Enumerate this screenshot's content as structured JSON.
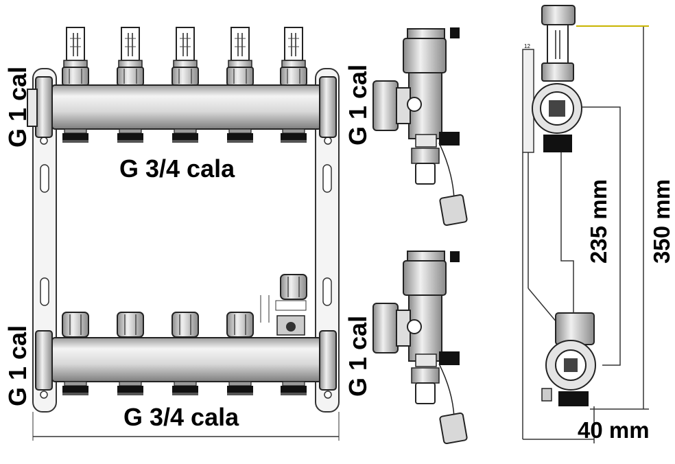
{
  "labels": {
    "left_top_side": "G 1 cal",
    "left_bottom_side": "G 1 cal",
    "top_outlets": "G 3/4 cala",
    "bottom_outlets": "G 3/4 cala",
    "mid_top_side": "G 1 cal",
    "mid_bottom_side": "G 1 cal",
    "dim_inner": "235 mm",
    "dim_outer": "350 mm",
    "dim_depth": "40 mm"
  }
}
